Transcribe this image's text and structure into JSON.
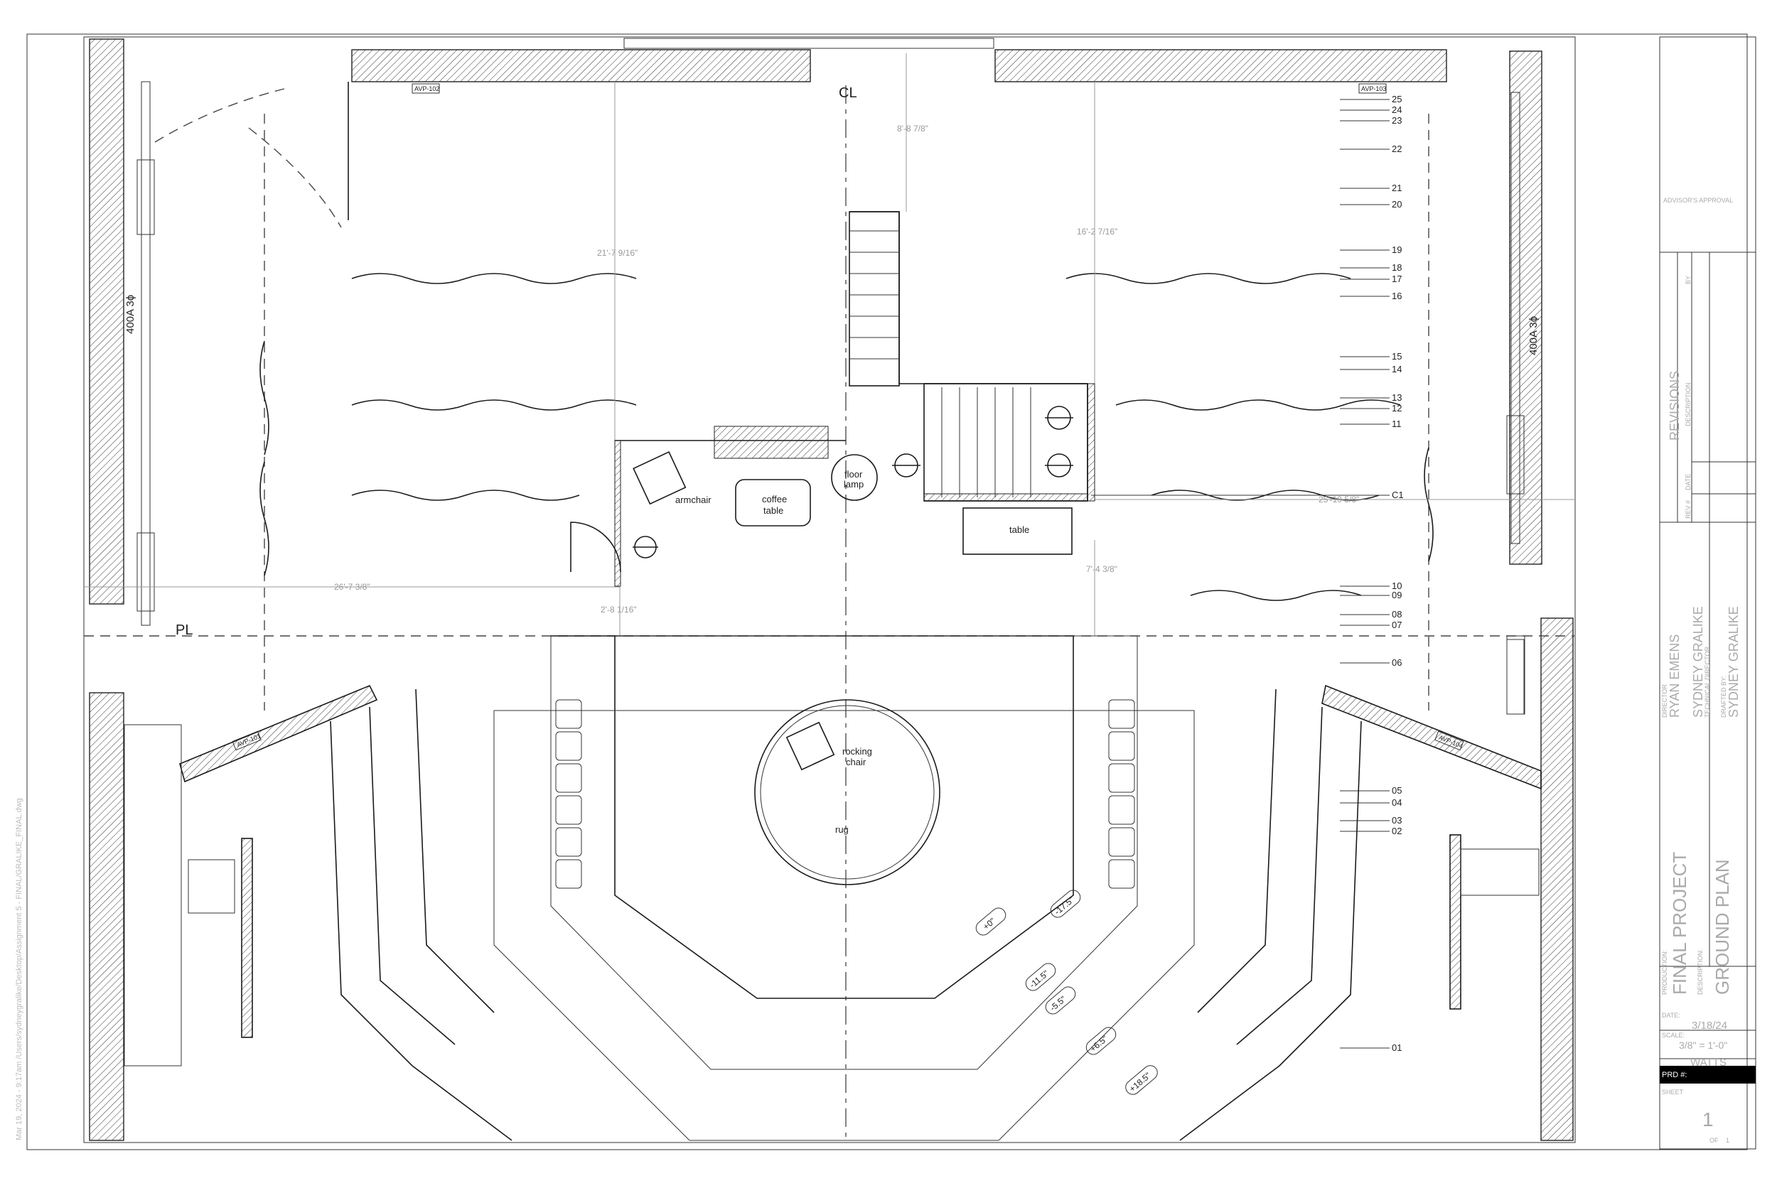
{
  "labels": {
    "centerline": "CL",
    "plaster_line": "PL",
    "power_left": "400A 3ɸ",
    "power_right": "400A 3ɸ",
    "avp_102": "AVP-102",
    "avp_103": "AVP-103",
    "avp_101": "AVP-101",
    "avp_104": "AVP-104",
    "armchair": "armchair",
    "coffee_table_1": "coffee",
    "coffee_table_2": "table",
    "floor_lamp_1": "floor",
    "floor_lamp_2": "lamp",
    "table": "table",
    "rocking_chair_1": "rocking",
    "rocking_chair_2": "chair",
    "rug": "rug"
  },
  "line_set_numbers": [
    "25",
    "24",
    "23",
    "22",
    "21",
    "20",
    "19",
    "18",
    "17",
    "16",
    "15",
    "14",
    "13",
    "12",
    "11",
    "C1",
    "10",
    "09",
    "08",
    "07",
    "06",
    "05",
    "04",
    "03",
    "02",
    "01"
  ],
  "elevations": [
    "+0\"",
    "-17.5\"",
    "-11.5\"",
    "-5.5\"",
    "+6.5\"",
    "+18.5\""
  ],
  "dimensions": {
    "top_center": "8'-8 7/8\"",
    "left_vertical": "21'-7 9/16\"",
    "right_vertical": "16'-2 7/16\"",
    "left_horizontal": "26'-7 3/8\"",
    "small_vertical": "2'-8 1/16\"",
    "right_horizontal": "25'-10 5/8\"",
    "right_lower": "7'-4 3/8\""
  },
  "side_note": "Mar 19, 2024 - 9:17am /Users/sydneygralike/Desktop/Assignment 5 - FINAL/GRALIKE_FINAL.dwg",
  "title_block": {
    "advisor_label": "ADVISOR'S APPROVAL",
    "revisions_title": "REVISIONS",
    "rev_col_1": "REV #",
    "rev_col_2": "DATE",
    "rev_col_3": "DESCRIPTION",
    "rev_col_4": "BY",
    "director_label": "DIRECTOR",
    "director_name": "RYAN EMENS",
    "td_label": "TECHNICAL DIRECTOR",
    "td_name": "SYDNEY GRALIKE",
    "drafted_label": "DRAFTED BY:",
    "drafted_name": "SYDNEY GRALIKE",
    "production_label": "PRODUCTION:",
    "production_name": "FINAL PROJECT",
    "description_label": "DESCRIPTION:",
    "description_name": "GROUND PLAN",
    "date_label": "DATE:",
    "date_value": "3/18/24",
    "scale_label": "SCALE:",
    "scale_value": "3/8\" = 1'-0\"",
    "venue": "WATTS",
    "prd_label": "PRD #:",
    "sheet_label": "SHEET",
    "sheet_number": "1",
    "of_label": "OF",
    "of_value": "1"
  }
}
